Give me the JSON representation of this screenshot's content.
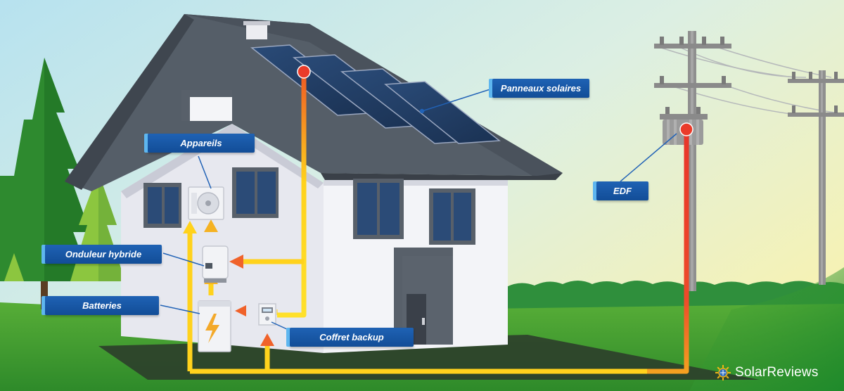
{
  "labels": {
    "panneaux": "Panneaux solaires",
    "appareils": "Appareils",
    "onduleur": "Onduleur hybride",
    "batteries": "Batteries",
    "coffret": "Coffret backup",
    "edf": "EDF"
  },
  "brand": {
    "name": "SolarReviews"
  },
  "colors": {
    "label_bg": "#1a59a8",
    "label_accent": "#5eb6ef",
    "solar_flow": "#ffd21c",
    "grid_flow": "#e8352a",
    "roof": "#545d66",
    "wall": "#e7e8ef",
    "grass": "#4fa332",
    "brand_logo": "#f3b515"
  },
  "icons": [
    "sun-logo-icon",
    "lightning-bolt-icon",
    "meter-icon"
  ]
}
